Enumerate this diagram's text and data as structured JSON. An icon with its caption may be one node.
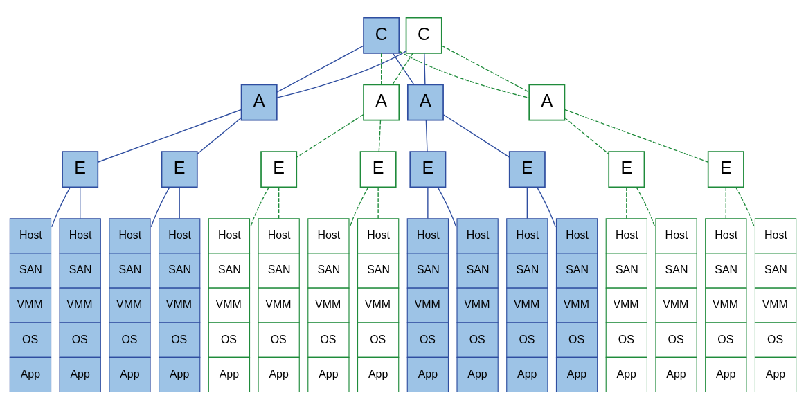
{
  "diagram": {
    "nodes": [
      {
        "text": [
          "C"
        ]
      },
      {
        "text": [
          "C"
        ]
      },
      {
        "text": [
          "A"
        ]
      },
      {
        "text": [
          "A"
        ]
      },
      {
        "text": [
          "A"
        ]
      },
      {
        "text": [
          "A"
        ]
      },
      {
        "text": [
          "E"
        ]
      },
      {
        "text": [
          "E"
        ]
      },
      {
        "text": [
          "E"
        ]
      },
      {
        "text": [
          "E"
        ]
      },
      {
        "text": [
          "E"
        ]
      },
      {
        "text": [
          "E"
        ]
      },
      {
        "text": [
          "E"
        ]
      },
      {
        "text": [
          "E"
        ]
      },
      {
        "text": [
          "Host",
          "SAN",
          "VMM",
          "OS",
          "App"
        ]
      },
      {
        "text": [
          "Host",
          "SAN",
          "VMM",
          "OS",
          "App"
        ]
      },
      {
        "text": [
          "Host",
          "SAN",
          "VMM",
          "OS",
          "App"
        ]
      },
      {
        "text": [
          "Host",
          "SAN",
          "VMM",
          "OS",
          "App"
        ]
      },
      {
        "text": [
          "Host",
          "SAN",
          "VMM",
          "OS",
          "App"
        ]
      },
      {
        "text": [
          "Host",
          "SAN",
          "VMM",
          "OS",
          "App"
        ]
      },
      {
        "text": [
          "Host",
          "SAN",
          "VMM",
          "OS",
          "App"
        ]
      },
      {
        "text": [
          "Host",
          "SAN",
          "VMM",
          "OS",
          "App"
        ]
      },
      {
        "text": [
          "Host",
          "SAN",
          "VMM",
          "OS",
          "App"
        ]
      },
      {
        "text": [
          "Host",
          "SAN",
          "VMM",
          "OS",
          "App"
        ]
      },
      {
        "text": [
          "Host",
          "SAN",
          "VMM",
          "OS",
          "App"
        ]
      },
      {
        "text": [
          "Host",
          "SAN",
          "VMM",
          "OS",
          "App"
        ]
      },
      {
        "text": [
          "Host",
          "SAN",
          "VMM",
          "OS",
          "App"
        ]
      },
      {
        "text": [
          "Host",
          "SAN",
          "VMM",
          "OS",
          "App"
        ]
      },
      {
        "text": [
          "Host",
          "SAN",
          "VMM",
          "OS",
          "App"
        ]
      },
      {
        "text": [
          "Host",
          "SAN",
          "VMM",
          "OS",
          "App"
        ]
      }
    ],
    "edges": [
      {
        "from": 0,
        "to": 2,
        "arrow": "none"
      },
      {
        "from": 0,
        "to": 3,
        "arrow": "none",
        "style": "dashed",
        "color": "#1f8b3b"
      },
      {
        "from": 0,
        "to": 4,
        "arrow": "none"
      },
      {
        "from": 0,
        "to": 5,
        "arrow": "none",
        "style": "dashed",
        "color": "#1f8b3b"
      },
      {
        "from": 1,
        "to": 2,
        "arrow": "none"
      },
      {
        "from": 1,
        "to": 3,
        "arrow": "none",
        "style": "dashed",
        "color": "#1f8b3b"
      },
      {
        "from": 1,
        "to": 4,
        "arrow": "none"
      },
      {
        "from": 1,
        "to": 5,
        "arrow": "none",
        "style": "dashed",
        "color": "#1f8b3b"
      },
      {
        "from": 2,
        "to": 6,
        "arrow": "none"
      },
      {
        "from": 2,
        "to": 7,
        "arrow": "none"
      },
      {
        "from": 3,
        "to": 8,
        "arrow": "none",
        "style": "dashed",
        "color": "#1f8b3b"
      },
      {
        "from": 3,
        "to": 9,
        "arrow": "none",
        "style": "dashed",
        "color": "#1f8b3b"
      },
      {
        "from": 4,
        "to": 10,
        "arrow": "none"
      },
      {
        "from": 4,
        "to": 11,
        "arrow": "none"
      },
      {
        "from": 5,
        "to": 12,
        "arrow": "none",
        "style": "dashed",
        "color": "#1f8b3b"
      },
      {
        "from": 5,
        "to": 13,
        "arrow": "none",
        "style": "dashed",
        "color": "#1f8b3b"
      },
      {
        "from": 6,
        "to": 14,
        "arrow": "none"
      },
      {
        "from": 6,
        "to": 15,
        "arrow": "none"
      },
      {
        "from": 7,
        "to": 16,
        "arrow": "none"
      },
      {
        "from": 7,
        "to": 17,
        "arrow": "none"
      },
      {
        "from": 8,
        "to": 18,
        "arrow": "none",
        "style": "dashed",
        "color": "#1f8b3b"
      },
      {
        "from": 8,
        "to": 19,
        "arrow": "none",
        "style": "dashed",
        "color": "#1f8b3b"
      },
      {
        "from": 9,
        "to": 20,
        "arrow": "none",
        "style": "dashed",
        "color": "#1f8b3b"
      },
      {
        "from": 9,
        "to": 21,
        "arrow": "none",
        "style": "dashed",
        "color": "#1f8b3b"
      },
      {
        "from": 10,
        "to": 22,
        "arrow": "none"
      },
      {
        "from": 10,
        "to": 23,
        "arrow": "none"
      },
      {
        "from": 11,
        "to": 24,
        "arrow": "none"
      },
      {
        "from": 11,
        "to": 25,
        "arrow": "none"
      },
      {
        "from": 12,
        "to": 26,
        "arrow": "none",
        "style": "dashed",
        "color": "#1f8b3b"
      },
      {
        "from": 12,
        "to": 27,
        "arrow": "none",
        "style": "dashed",
        "color": "#1f8b3b"
      },
      {
        "from": 13,
        "to": 28,
        "arrow": "none",
        "style": "dashed",
        "color": "#1f8b3b"
      },
      {
        "from": 13,
        "to": 29,
        "arrow": "none",
        "style": "dashed",
        "color": "#1f8b3b"
      }
    ]
  }
}
